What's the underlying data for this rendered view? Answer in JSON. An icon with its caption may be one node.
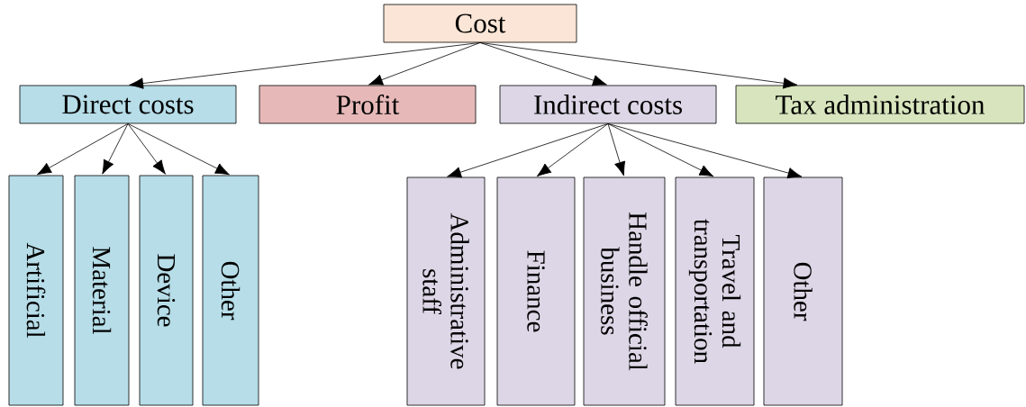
{
  "diagram": {
    "nodes": [
      {
        "text": [
          "Cost"
        ]
      },
      {
        "text": [
          "Direct costs"
        ]
      },
      {
        "text": [
          "Profit"
        ]
      },
      {
        "text": [
          "Indirect costs"
        ]
      },
      {
        "text": [
          "Tax administration"
        ]
      },
      {
        "text": [
          "Artificial"
        ]
      },
      {
        "text": [
          "Material"
        ]
      },
      {
        "text": [
          "Device"
        ]
      },
      {
        "text": [
          "Other"
        ]
      },
      {
        "text": [
          "Administrative staff"
        ]
      },
      {
        "text": [
          "Finance"
        ]
      },
      {
        "text": [
          "Handle official business"
        ]
      },
      {
        "text": [
          "Travel and transportation"
        ]
      },
      {
        "text": [
          "Other"
        ]
      }
    ],
    "edges": [
      {
        "from": 0,
        "to": 1,
        "arrow": "to"
      },
      {
        "from": 0,
        "to": 2,
        "arrow": "to"
      },
      {
        "from": 0,
        "to": 3,
        "arrow": "to"
      },
      {
        "from": 0,
        "to": 4,
        "arrow": "to"
      },
      {
        "from": 1,
        "to": 5,
        "arrow": "to"
      },
      {
        "from": 1,
        "to": 6,
        "arrow": "to"
      },
      {
        "from": 1,
        "to": 7,
        "arrow": "to"
      },
      {
        "from": 1,
        "to": 8,
        "arrow": "to"
      },
      {
        "from": 3,
        "to": 9,
        "arrow": "to"
      },
      {
        "from": 3,
        "to": 10,
        "arrow": "to"
      },
      {
        "from": 3,
        "to": 11,
        "arrow": "to"
      },
      {
        "from": 3,
        "to": 12,
        "arrow": "to"
      },
      {
        "from": 3,
        "to": 13,
        "arrow": "to"
      }
    ]
  }
}
